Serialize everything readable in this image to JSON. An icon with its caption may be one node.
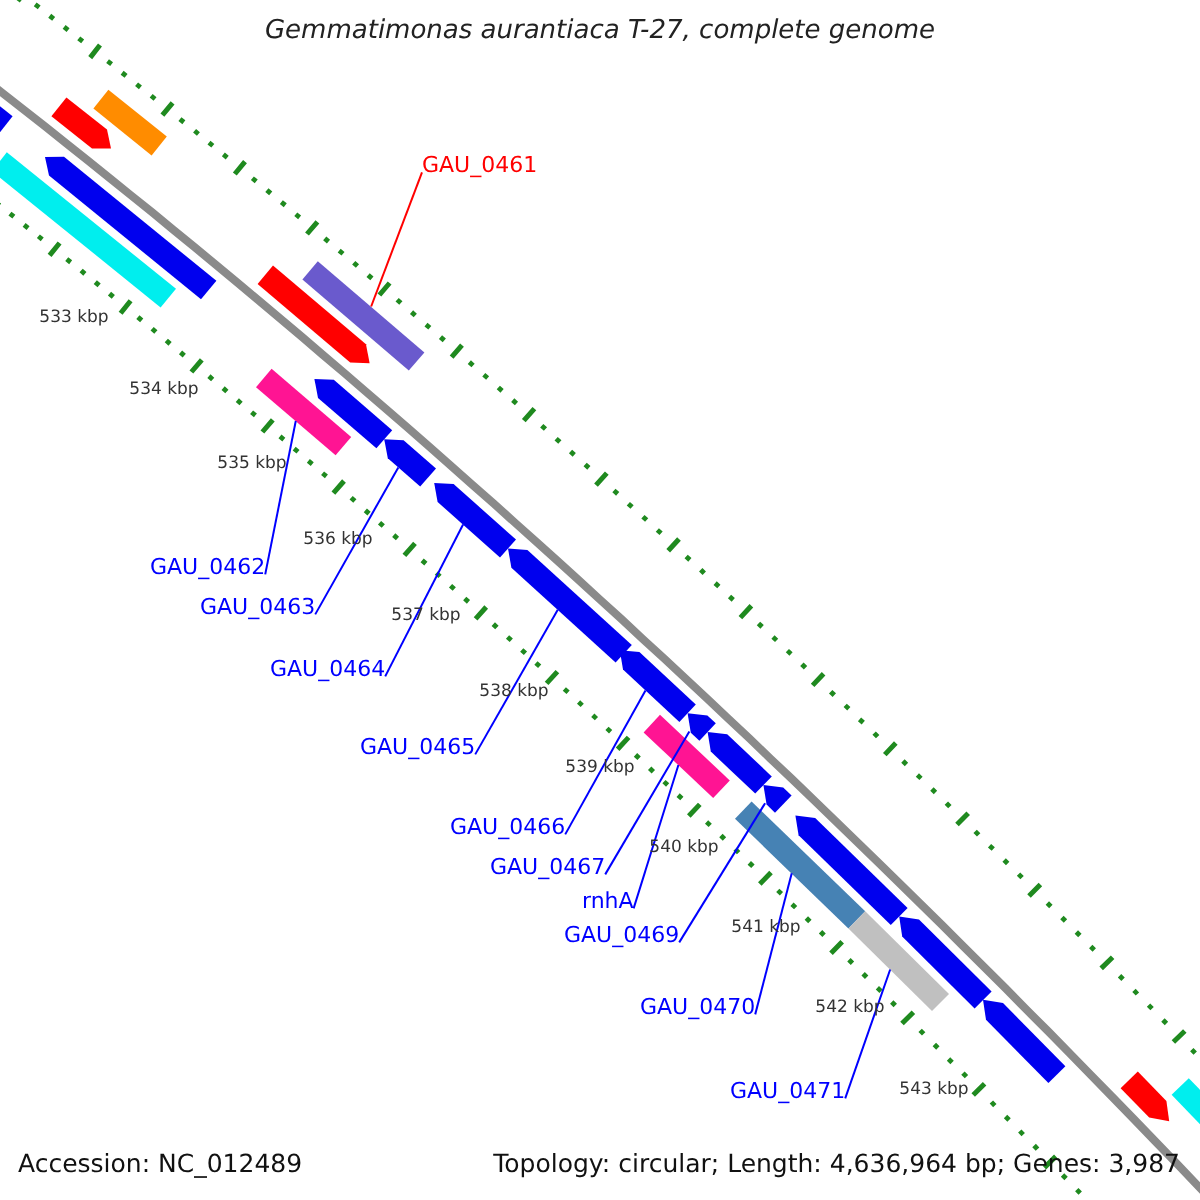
{
  "diagram": {
    "title": "Gemmatimonas aurantiaca T-27, complete genome",
    "nodes": [
      {
        "text": [
          "GAU_0461"
        ]
      },
      {
        "text": [
          "GAU_0462"
        ]
      },
      {
        "text": [
          "GAU_0463"
        ]
      },
      {
        "text": [
          "GAU_0464"
        ]
      },
      {
        "text": [
          "GAU_0465"
        ]
      },
      {
        "text": [
          "GAU_0466"
        ]
      },
      {
        "text": [
          "GAU_0467"
        ]
      },
      {
        "text": [
          "rnhA"
        ]
      },
      {
        "text": [
          "GAU_0469"
        ]
      },
      {
        "text": [
          "GAU_0470"
        ]
      },
      {
        "text": [
          "GAU_0471"
        ]
      },
      {
        "text": [],
        "shape": "bar"
      },
      {
        "text": [],
        "shape": "bar"
      },
      {
        "text": [],
        "shape": "bar"
      },
      {
        "text": [],
        "shape": "bar"
      },
      {
        "text": [],
        "shape": "bar"
      },
      {
        "text": [],
        "shape": "bar"
      },
      {
        "text": [],
        "shape": "bar"
      },
      {
        "text": [],
        "shape": "bar"
      },
      {
        "text": [],
        "shape": "bar"
      },
      {
        "text": [],
        "shape": "bar"
      },
      {
        "text": [],
        "shape": "bar"
      },
      {
        "text": [],
        "shape": "bar"
      },
      {
        "text": [],
        "shape": "bar"
      },
      {
        "text": [],
        "shape": "bar"
      },
      {
        "text": [],
        "shape": "bar"
      },
      {
        "text": [],
        "shape": "bar"
      },
      {
        "text": [],
        "shape": "bar"
      },
      {
        "text": [],
        "shape": "bar"
      },
      {
        "text": [],
        "shape": "bar"
      },
      {
        "text": [],
        "shape": "bar"
      },
      {
        "text": [],
        "shape": "bar"
      },
      {
        "text": [],
        "shape": "bar"
      },
      {
        "text": [],
        "shape": "bar"
      },
      {
        "text": [],
        "shape": "bar"
      }
    ],
    "edges": [
      {
        "from": 0,
        "to": 17,
        "arrow": "none",
        "color": "#ff0000"
      },
      {
        "from": 1,
        "to": 18,
        "arrow": "none"
      },
      {
        "from": 2,
        "to": 20,
        "arrow": "none"
      },
      {
        "from": 3,
        "to": 21,
        "arrow": "none"
      },
      {
        "from": 4,
        "to": 22,
        "arrow": "none"
      },
      {
        "from": 5,
        "to": 23,
        "arrow": "none"
      },
      {
        "from": 6,
        "to": 25,
        "arrow": "none"
      },
      {
        "from": 7,
        "to": 24,
        "arrow": "none"
      },
      {
        "from": 8,
        "to": 27,
        "arrow": "none"
      },
      {
        "from": 9,
        "to": 28,
        "arrow": "none"
      },
      {
        "from": 10,
        "to": 30,
        "arrow": "none"
      }
    ],
    "labels": [
      "533 kbp",
      "534 kbp",
      "535 kbp",
      "536 kbp",
      "537 kbp",
      "538 kbp",
      "539 kbp",
      "540 kbp",
      "541 kbp",
      "542 kbp",
      "543 kbp",
      "Accession: NC_012489",
      "Topology: circular; Length: 4,636,964 bp; Genes: 3,987"
    ]
  }
}
